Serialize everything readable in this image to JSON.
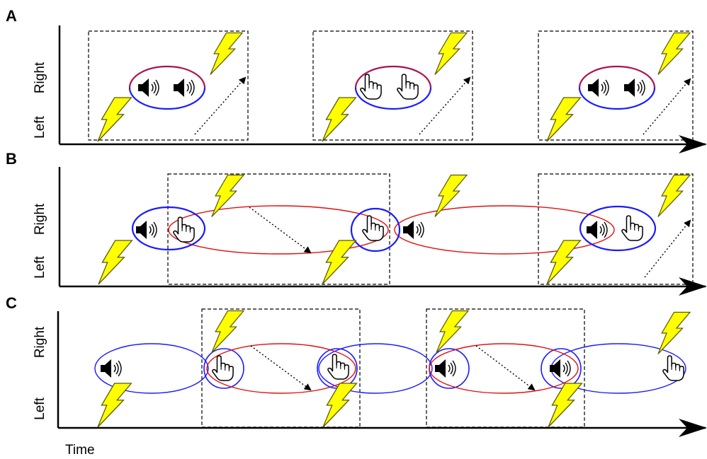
{
  "axis": {
    "right_label": "Right",
    "left_label": "Left",
    "time_label": "Time"
  },
  "panels": [
    {
      "letter": "A"
    },
    {
      "letter": "B"
    },
    {
      "letter": "C"
    }
  ],
  "colors": {
    "lightning_fill": "#ffff00",
    "lightning_stroke": "#5a5a00",
    "ellipse_blue": "#1a1aff",
    "ellipse_red": "#e01010",
    "axis": "#000000"
  },
  "icons": [
    "speaker-icon",
    "pointing-hand-icon",
    "lightning-bolt-icon",
    "dotted-arrow"
  ]
}
